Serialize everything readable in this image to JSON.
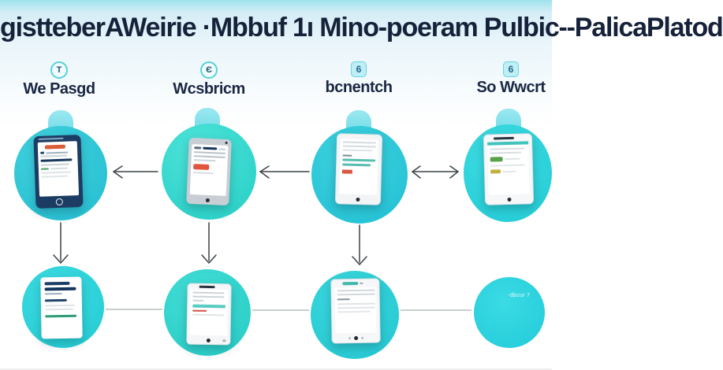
{
  "title": "gistteberAWeirie ·Mbbuf 1ı Mino-poeram Pulbic--PalicaPlatod",
  "columns": [
    {
      "icon": "t-badge-icon",
      "glyph": "T",
      "label": "We Pasgd"
    },
    {
      "icon": "e-badge-icon",
      "glyph": "Є",
      "label": "Wcsbricm"
    },
    {
      "icon": "six-badge-icon",
      "glyph": "6",
      "label": "bcnentch"
    },
    {
      "icon": "six-badge-icon",
      "glyph": "6",
      "label": "So Wwcrt"
    }
  ],
  "bottom_note": "-dbcur 7",
  "colors": {
    "accent_teal": "#2fcbd8",
    "knob_teal": "#7ddfe9",
    "title_navy": "#16213a",
    "alert_red": "#dc5b38",
    "ok_green": "#5aa14b",
    "warn_yellow": "#c1b03e"
  }
}
